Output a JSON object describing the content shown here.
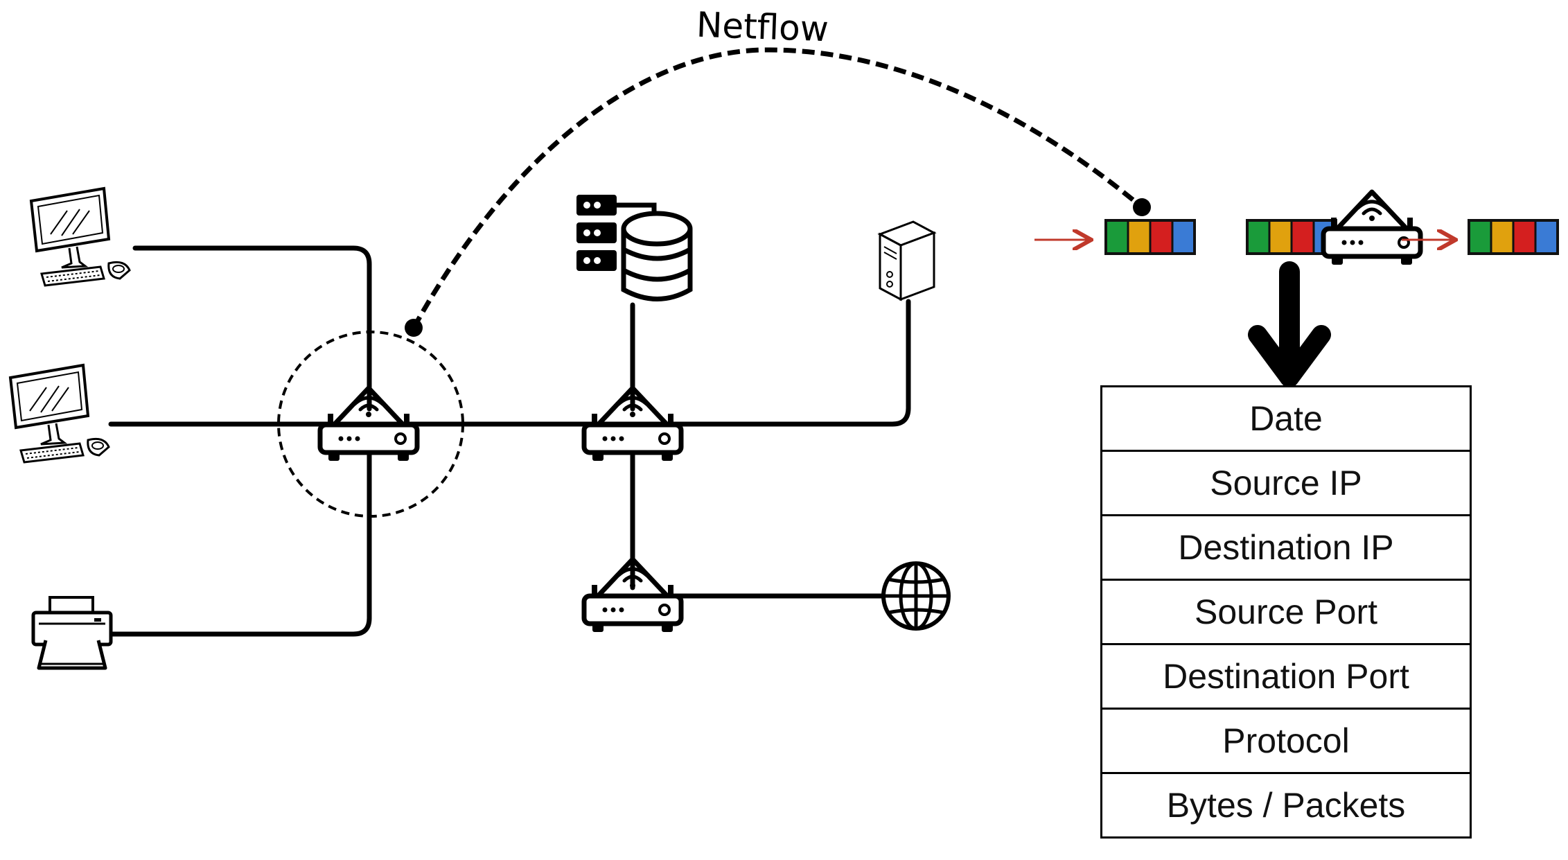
{
  "diagram": {
    "netflow_label": "Netflow",
    "colors": {
      "line": "#000000",
      "arrow": "#c0392b",
      "packet_green": "#1a9b3a",
      "packet_yellow": "#e0a10e",
      "packet_red": "#d41f1f",
      "packet_blue": "#3a7bd5"
    },
    "icons": [
      "desktop-computer-icon",
      "desktop-computer-icon",
      "printer-icon",
      "router-icon",
      "router-icon",
      "router-icon",
      "router-icon",
      "database-server-icon",
      "server-tower-icon",
      "globe-icon",
      "down-arrow-icon"
    ]
  },
  "flow_fields": [
    "Date",
    "Source IP",
    "Destination IP",
    "Source Port",
    "Destination Port",
    "Protocol",
    "Bytes / Packets"
  ]
}
